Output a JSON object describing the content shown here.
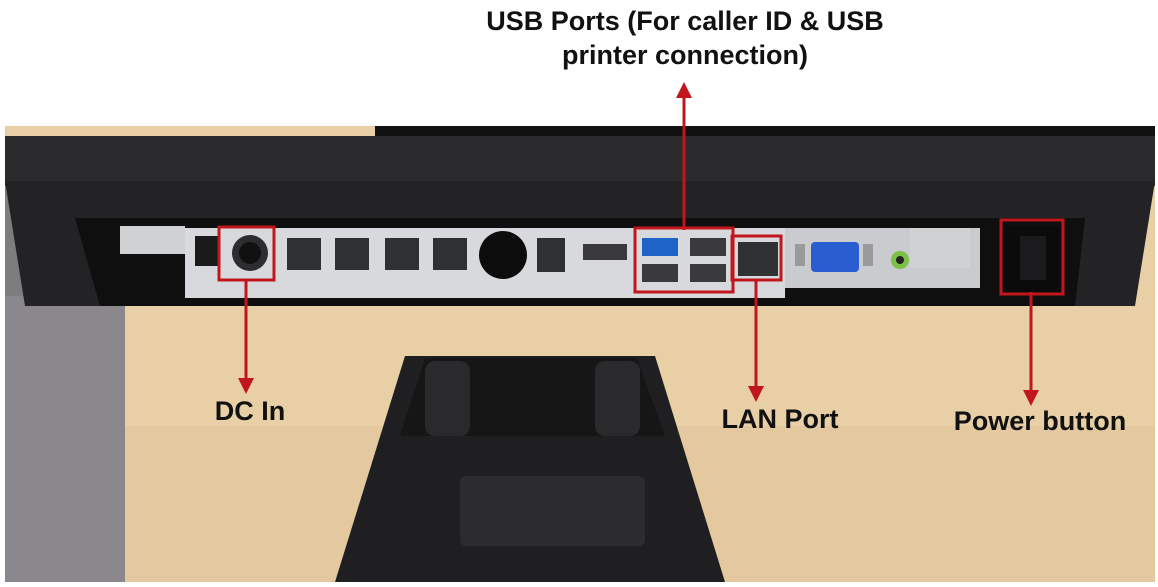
{
  "labels": {
    "usb_line1": "USB Ports (For caller ID & USB",
    "usb_line2": "printer connection)",
    "dc_in": "DC In",
    "lan_port": "LAN Port",
    "power_button": "Power button"
  },
  "colors": {
    "highlight": "#c0161c",
    "text": "#111111"
  }
}
